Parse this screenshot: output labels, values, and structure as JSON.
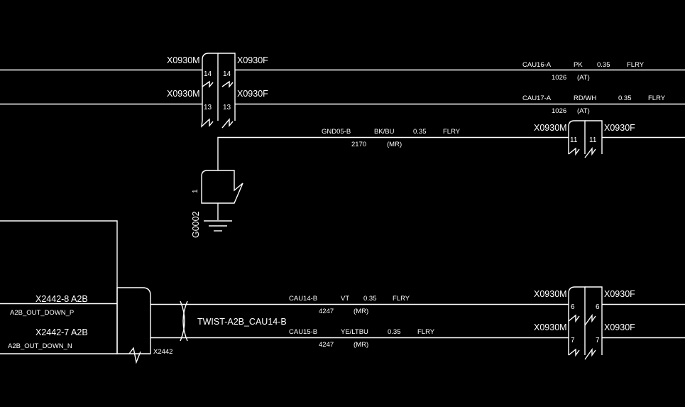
{
  "connectors": {
    "x0930m": "X0930M",
    "x0930f": "X0930F",
    "x2442": "X2442"
  },
  "pins": {
    "p14": "14",
    "p13": "13",
    "p11": "11",
    "p6": "6",
    "p7": "7",
    "p1": "1"
  },
  "wires": {
    "cau16": {
      "name": "CAU16-A",
      "color": "PK",
      "size": "0.35",
      "type": "FLRY",
      "code": "1026",
      "zone": "(AT)"
    },
    "cau17": {
      "name": "CAU17-A",
      "color": "RD/WH",
      "size": "0.35",
      "type": "FLRY",
      "code": "1026",
      "zone": "(AT)"
    },
    "gnd05": {
      "name": "GND05-B",
      "color": "BK/BU",
      "size": "0.35",
      "type": "FLRY",
      "code": "2170",
      "zone": "(MR)"
    },
    "cau14": {
      "name": "CAU14-B",
      "color": "VT",
      "size": "0.35",
      "type": "FLRY",
      "code": "4247",
      "zone": "(MR)"
    },
    "cau15": {
      "name": "CAU15-B",
      "color": "YE/LTBU",
      "size": "0.35",
      "type": "FLRY",
      "code": "4247",
      "zone": "(MR)"
    }
  },
  "ground": {
    "label": "G0002"
  },
  "twist": {
    "label": "TWIST-A2B_CAU14-B"
  },
  "a2b": {
    "pin8_label": "X2442-8 A2B",
    "pin8_signal": "A2B_OUT_DOWN_P",
    "pin7_label": "X2442-7 A2B",
    "pin7_signal": "A2B_OUT_DOWN_N"
  }
}
